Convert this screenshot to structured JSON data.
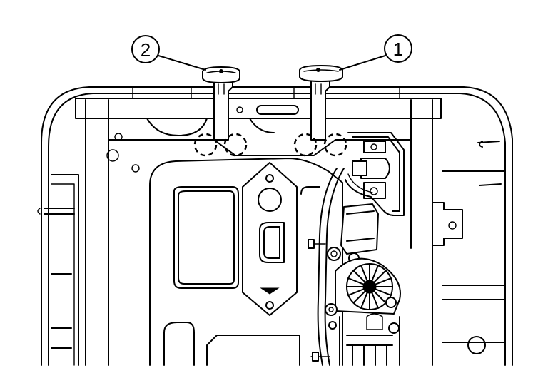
{
  "callouts": [
    {
      "id": "callout-1",
      "label": "1"
    },
    {
      "id": "callout-2",
      "label": "2"
    }
  ]
}
